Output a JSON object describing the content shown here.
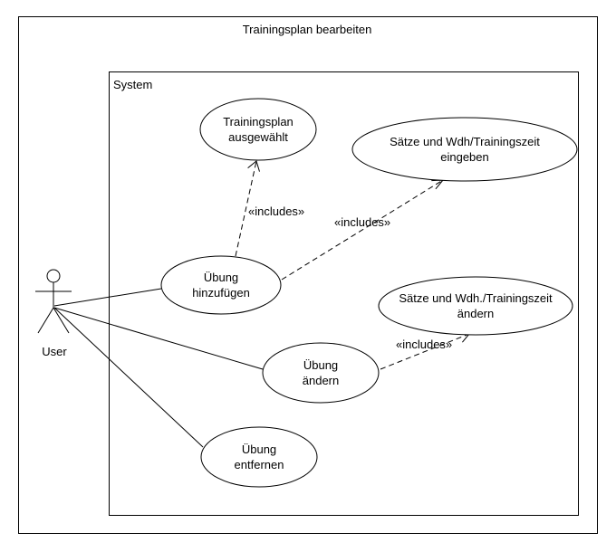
{
  "diagram": {
    "title": "Trainingsplan bearbeiten",
    "system_label": "System",
    "actor": {
      "label": "User"
    },
    "use_cases": {
      "plan_selected": {
        "lines": [
          "Trainingsplan",
          "ausgewählt"
        ]
      },
      "enter_sets": {
        "lines": [
          "Sätze und Wdh/Trainingszeit",
          "eingeben"
        ]
      },
      "add_exercise": {
        "lines": [
          "Übung",
          "hinzufügen"
        ]
      },
      "change_sets": {
        "lines": [
          "Sätze und Wdh./Trainingszeit",
          "ändern"
        ]
      },
      "change_exercise": {
        "lines": [
          "Übung",
          "ändern"
        ]
      },
      "remove_exercise": {
        "lines": [
          "Übung",
          "entfernen"
        ]
      }
    },
    "includes": {
      "add_to_selected": "«includes»",
      "add_to_enter_sets": "«includes»",
      "change_to_change_sets": "«includes»"
    }
  }
}
